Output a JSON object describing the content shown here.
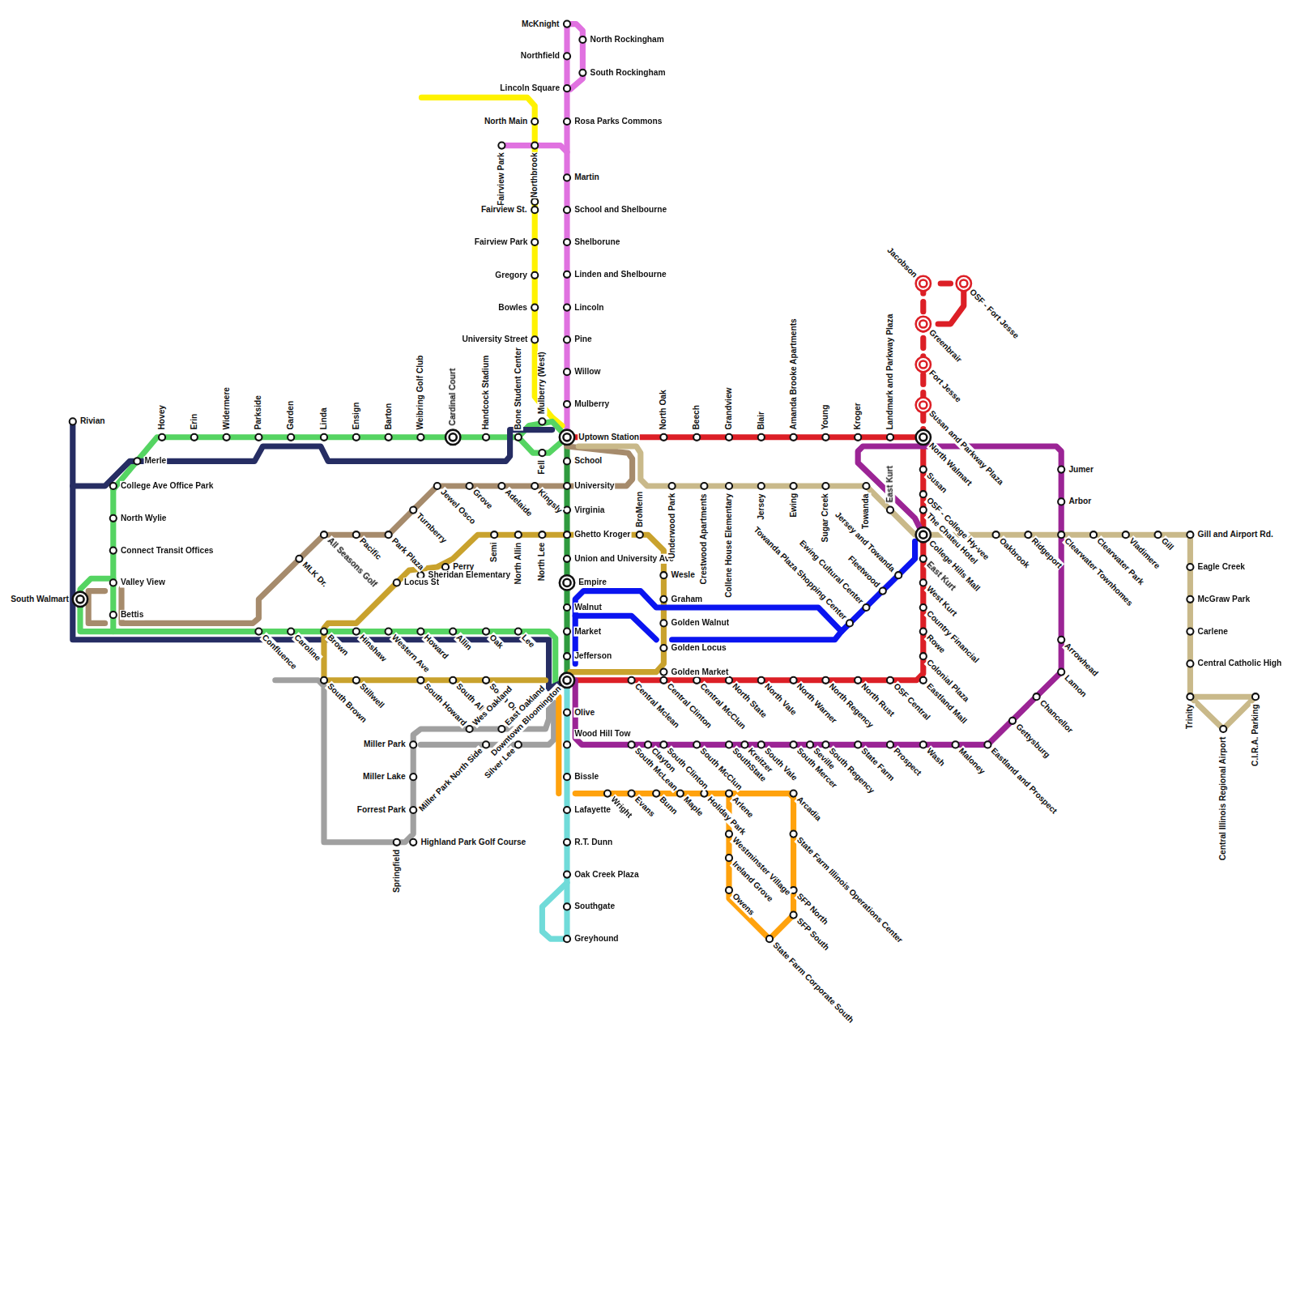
{
  "diagram": {
    "labels": [
      "McKnight",
      "North Rockingham",
      "Northfield",
      "South Rockingham",
      "Lincoln Square",
      "Rosa Parks Commons",
      "Martin",
      "School and Shelbourne",
      "Shelborune",
      "Linden and Shelbourne",
      "Lincoln",
      "Pine",
      "Willow",
      "Mulberry",
      "Fairview Park",
      "North Main",
      "Northbrook",
      "Fairview St.",
      "Fairview Park",
      "Gregory",
      "Bowles",
      "University Street",
      "Mulberry (West)",
      "Uptown Station",
      "Hovey",
      "Erin",
      "Widermere",
      "Parkside",
      "Garden",
      "Linda",
      "Ensign",
      "Barton",
      "Weibring Golf Club",
      "Cardinal Court",
      "Handcock Stadium",
      "Bone Student Center",
      "Fell",
      "Rivian",
      "Merle",
      "College Ave Office Park",
      "North Wylie",
      "Connect Transit Offices",
      "Valley View",
      "Bettis",
      "South Walmart",
      "Confluence",
      "Caroline",
      "Brown",
      "Hinshaw",
      "Western Ave",
      "Howard",
      "Allin",
      "Oak",
      "Lee",
      "School",
      "University",
      "Virginia",
      "Ghetto Kroger",
      "Union and University Ave",
      "Empire",
      "Walnut",
      "Market",
      "Jefferson",
      "Downtown Bloomington",
      "Jewel Osco",
      "Grove",
      "Adelaide",
      "Kingsly",
      "Turnberry",
      "Park Plaza",
      "Pacific",
      "All Seasons Golf",
      "MLK Dr.",
      "Semi",
      "North Allin",
      "North Lee",
      "BroMenn",
      "Wesle",
      "Graham",
      "Golden Walnut",
      "Golden Locus",
      "Golden Market",
      "Perry",
      "Sheridan Elementary",
      "Locus St",
      "South Brown",
      "Stillwell",
      "South Howard",
      "South Allin",
      "South Oak",
      "Miller Park",
      "Miller Lake",
      "Forrest Park",
      "Highland Park Golf Course",
      "Springfield",
      "Wes Oakland",
      "East Oakland",
      "Miller Park North Side",
      "Silver Lee",
      "Olive",
      "Wood Hill Tow",
      "Bissle",
      "Lafayette",
      "R.T. Dunn",
      "Oak Creek Plaza",
      "Southgate",
      "Greyhound",
      "Wright",
      "Evans",
      "Bunn",
      "Maple",
      "Holiday Park",
      "Arlene",
      "Westminster Village",
      "Ireland Grove",
      "Owens",
      "State Farm Corporate South",
      "Arcadia",
      "State Farm Illinois Operations Center",
      "SFP North",
      "SFP South",
      "North Oak",
      "Beech",
      "Grandview",
      "Blair",
      "Amanda Brooke Apartments",
      "Young",
      "Kroger",
      "Landmark and Parkway Plaza",
      "Jacobson",
      "OSF - Fort Jesse",
      "Greenbrair",
      "Fort Jesse",
      "Susan and Parkway Plaza",
      "North Walmart",
      "Susan",
      "OSF - College",
      "The Chateu Hotel",
      "College Hills Mall",
      "East Kurt",
      "West Kurt",
      "Country Financial",
      "Rowe",
      "Colonial Plaza",
      "Eastland Mall",
      "OSF Central",
      "North Rust",
      "North Regency",
      "North Warner",
      "North Vale",
      "North State",
      "Central McClun",
      "Central Clinton",
      "Central Mclean",
      "Underwood Park",
      "Crestwood Apartments",
      "Collene House Elementary",
      "Jersey",
      "Ewing",
      "Sugar Creek",
      "Towanda",
      "East Kurt",
      "Hy-vee",
      "Oakbrook",
      "Ridgeport",
      "Clearwater Townhomes",
      "Clearwater Park",
      "Vladimere",
      "Gill",
      "Gill and Airport Rd.",
      "Eagle Creek",
      "McGraw Park",
      "Carlene",
      "Central Catholic High",
      "Trinity",
      "Central Illinois Regional Airport",
      "C.I.R.A. Parking",
      "Jumer",
      "Arbor",
      "Arrowhead",
      "Lamon",
      "Chancellor",
      "Gettysburg",
      "Eastland and Prospect",
      "Maloney",
      "Wash",
      "Prospect",
      "State Farm",
      "South Regency",
      "Seville",
      "South Mercer",
      "South Vale",
      "Kreitzer",
      "SouthState",
      "South McClun",
      "South Clinton",
      "Clayton",
      "South McLean",
      "Fleetwood",
      "Jersey and Towanda",
      "Ewing Cultural Center",
      "Towanda Plaza Shopping Center"
    ]
  }
}
